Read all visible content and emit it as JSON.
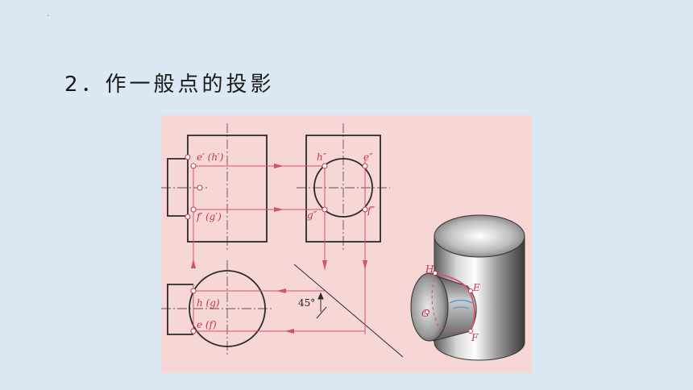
{
  "slide": {
    "corner_mark": "·",
    "title": "2．作一般点的投影"
  },
  "figure": {
    "labels": {
      "front_top": "e′ (h′)",
      "front_bottom": "f′ (g′)",
      "side_h": "h″",
      "side_e": "e″",
      "side_g": "g″",
      "side_f": "f″",
      "top_hg": "h (g)",
      "top_ef": "e (f)",
      "angle": "45°",
      "iso_H": "H",
      "iso_E": "E",
      "iso_G": "G",
      "iso_F": "F"
    },
    "colors": {
      "background": "#f6d7d5",
      "outline": "#2a2a2a",
      "projection": "#d9506a",
      "label": "#c0394b"
    }
  }
}
